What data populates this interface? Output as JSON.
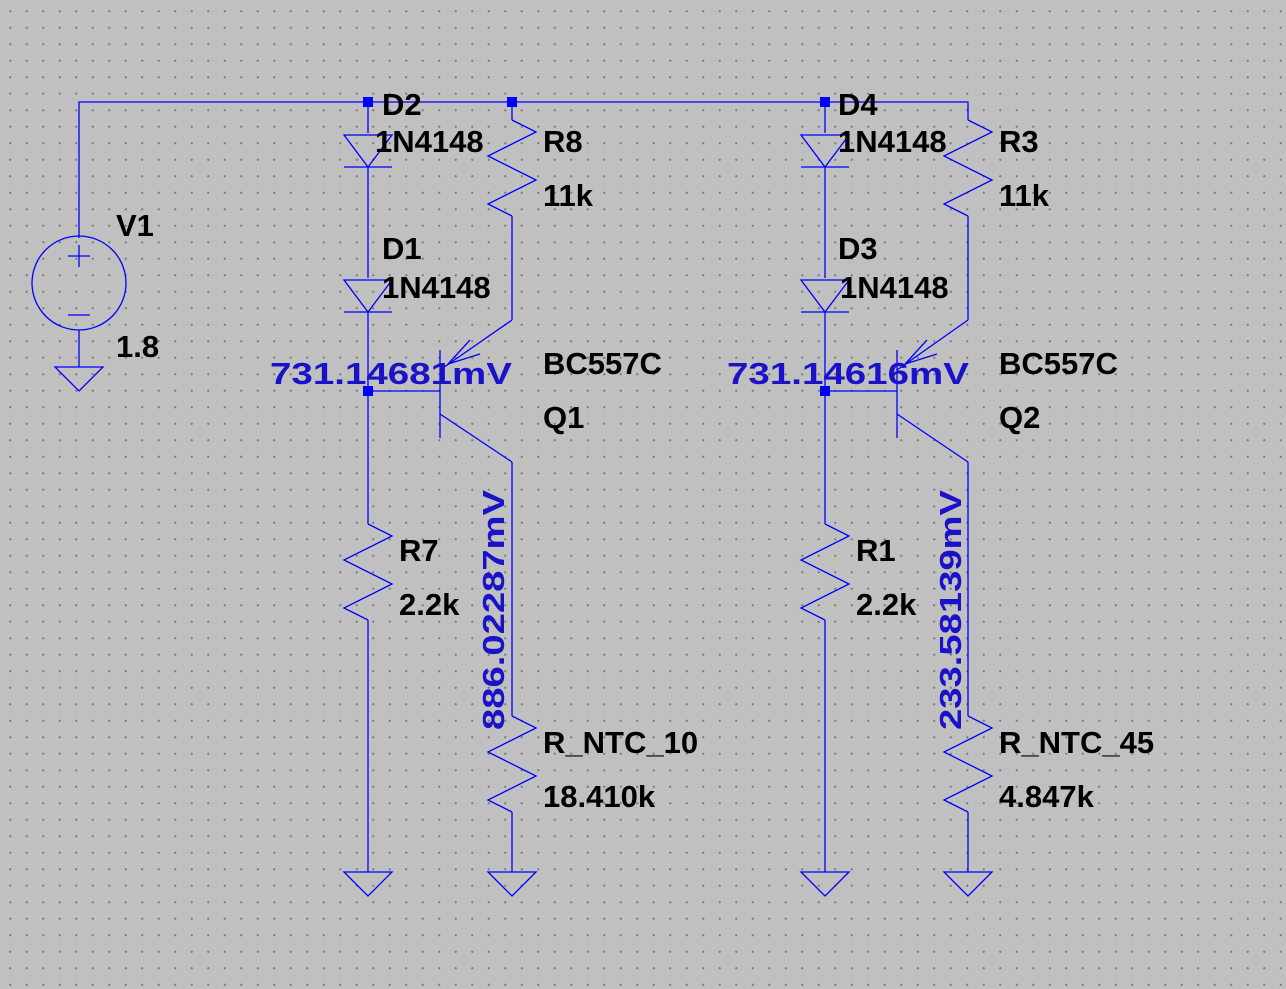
{
  "colors": {
    "background": "#c0c0c0",
    "wire": "#0000ff",
    "label": "#000000",
    "measurement": "#1a12c8"
  },
  "source": {
    "name": "V1",
    "value": "1.8"
  },
  "components": {
    "D2": {
      "name": "D2",
      "model": "1N4148"
    },
    "D1": {
      "name": "D1",
      "model": "1N4148"
    },
    "D4": {
      "name": "D4",
      "model": "1N4148"
    },
    "D3": {
      "name": "D3",
      "model": "1N4148"
    },
    "R8": {
      "name": "R8",
      "value": "11k"
    },
    "R3": {
      "name": "R3",
      "value": "11k"
    },
    "R7": {
      "name": "R7",
      "value": "2.2k"
    },
    "R1": {
      "name": "R1",
      "value": "2.2k"
    },
    "Q1": {
      "name": "Q1",
      "model": "BC557C"
    },
    "Q2": {
      "name": "Q2",
      "model": "BC557C"
    },
    "RNTC10": {
      "name": "R_NTC_10",
      "value": "18.410k"
    },
    "RNTC45": {
      "name": "R_NTC_45",
      "value": "4.847k"
    }
  },
  "measurements": {
    "q1_base": "731.14681mV",
    "q2_base": "731.14616mV",
    "q1_collector": "886.02287mV",
    "q2_collector": "233.58139mV"
  },
  "icons": [
    "voltage-source-icon",
    "diode-icon",
    "resistor-icon",
    "pnp-transistor-icon",
    "ground-icon",
    "junction-dot-icon"
  ]
}
